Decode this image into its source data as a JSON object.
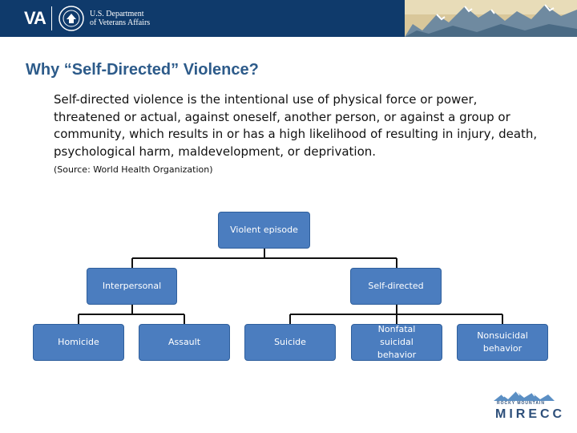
{
  "header": {
    "logo": "VA",
    "dept_line1": "U.S. Department",
    "dept_line2": "of Veterans Affairs"
  },
  "slide": {
    "title": "Why “Self-Directed” Violence?",
    "definition": "Self-directed violence is the intentional use of physical force or power, threatened or actual, against oneself, another person, or against a group or community, which results in or has a high likelihood of resulting in injury, death, psychological harm, maldevelopment, or deprivation.",
    "source": "(Source: World Health Organization)"
  },
  "diagram": {
    "root": "Violent episode",
    "level2": [
      "Interpersonal",
      "Self-directed"
    ],
    "level3": [
      "Homicide",
      "Assault",
      "Suicide",
      "Nonfatal suicidal behavior",
      "Nonsuicidal behavior"
    ]
  },
  "footer_logo": {
    "subtitle": "ROCKY MOUNTAIN",
    "name": "MIRECC"
  }
}
